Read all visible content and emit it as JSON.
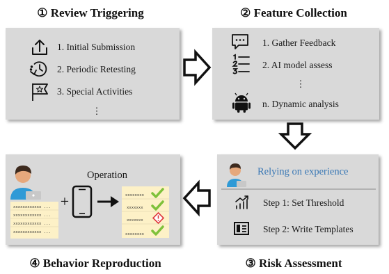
{
  "sections": {
    "review": {
      "title": "① Review Triggering",
      "items": [
        "1. Initial Submission",
        "2. Periodic Retesting",
        "3. Special Activities"
      ],
      "more": "⋮"
    },
    "feature": {
      "title": "② Feature Collection",
      "items": [
        "1. Gather Feedback",
        "2. AI model assess",
        "n. Dynamic analysis"
      ],
      "more": "⋮"
    },
    "risk": {
      "title": "③ Risk Assessment",
      "header": "Relying on experience",
      "steps": [
        "Step 1: Set Threshold",
        "Step 2: Write Templates"
      ]
    },
    "behavior": {
      "title": "④ Behavior Reproduction",
      "operation": "Operation",
      "plus": "+",
      "left_note_lines": [
        "xxxxxxxxxxxx ...",
        "xxxxxxxxxxxx ...",
        "xxxxxxxxxxxx ...",
        "xxxxxxxxxxxx ..."
      ],
      "right_note_lines": [
        "xxxxxxxx",
        "xxxxxxx",
        "xxxxxxx",
        "xxxxxxxx"
      ]
    }
  },
  "icons": {
    "review": [
      "upload-icon",
      "clock-refresh-icon",
      "flag-star-icon"
    ],
    "feature": [
      "chat-bubble-icon",
      "list-icon",
      "android-icon"
    ],
    "risk": [
      "chart-trend-icon",
      "template-icon"
    ],
    "flow": [
      "arrow-right-icon",
      "arrow-down-icon",
      "arrow-left-icon"
    ]
  },
  "colors": {
    "panel": "#d9d9d9",
    "note_paper": "#fdf1c7",
    "check": "#7ec13a",
    "warning": "#e0383e",
    "accent_text": "#3a78b5",
    "avatar_skin": "#e6a87c",
    "avatar_shirt": "#2f9ad6",
    "laptop": "#c8c8c8"
  }
}
